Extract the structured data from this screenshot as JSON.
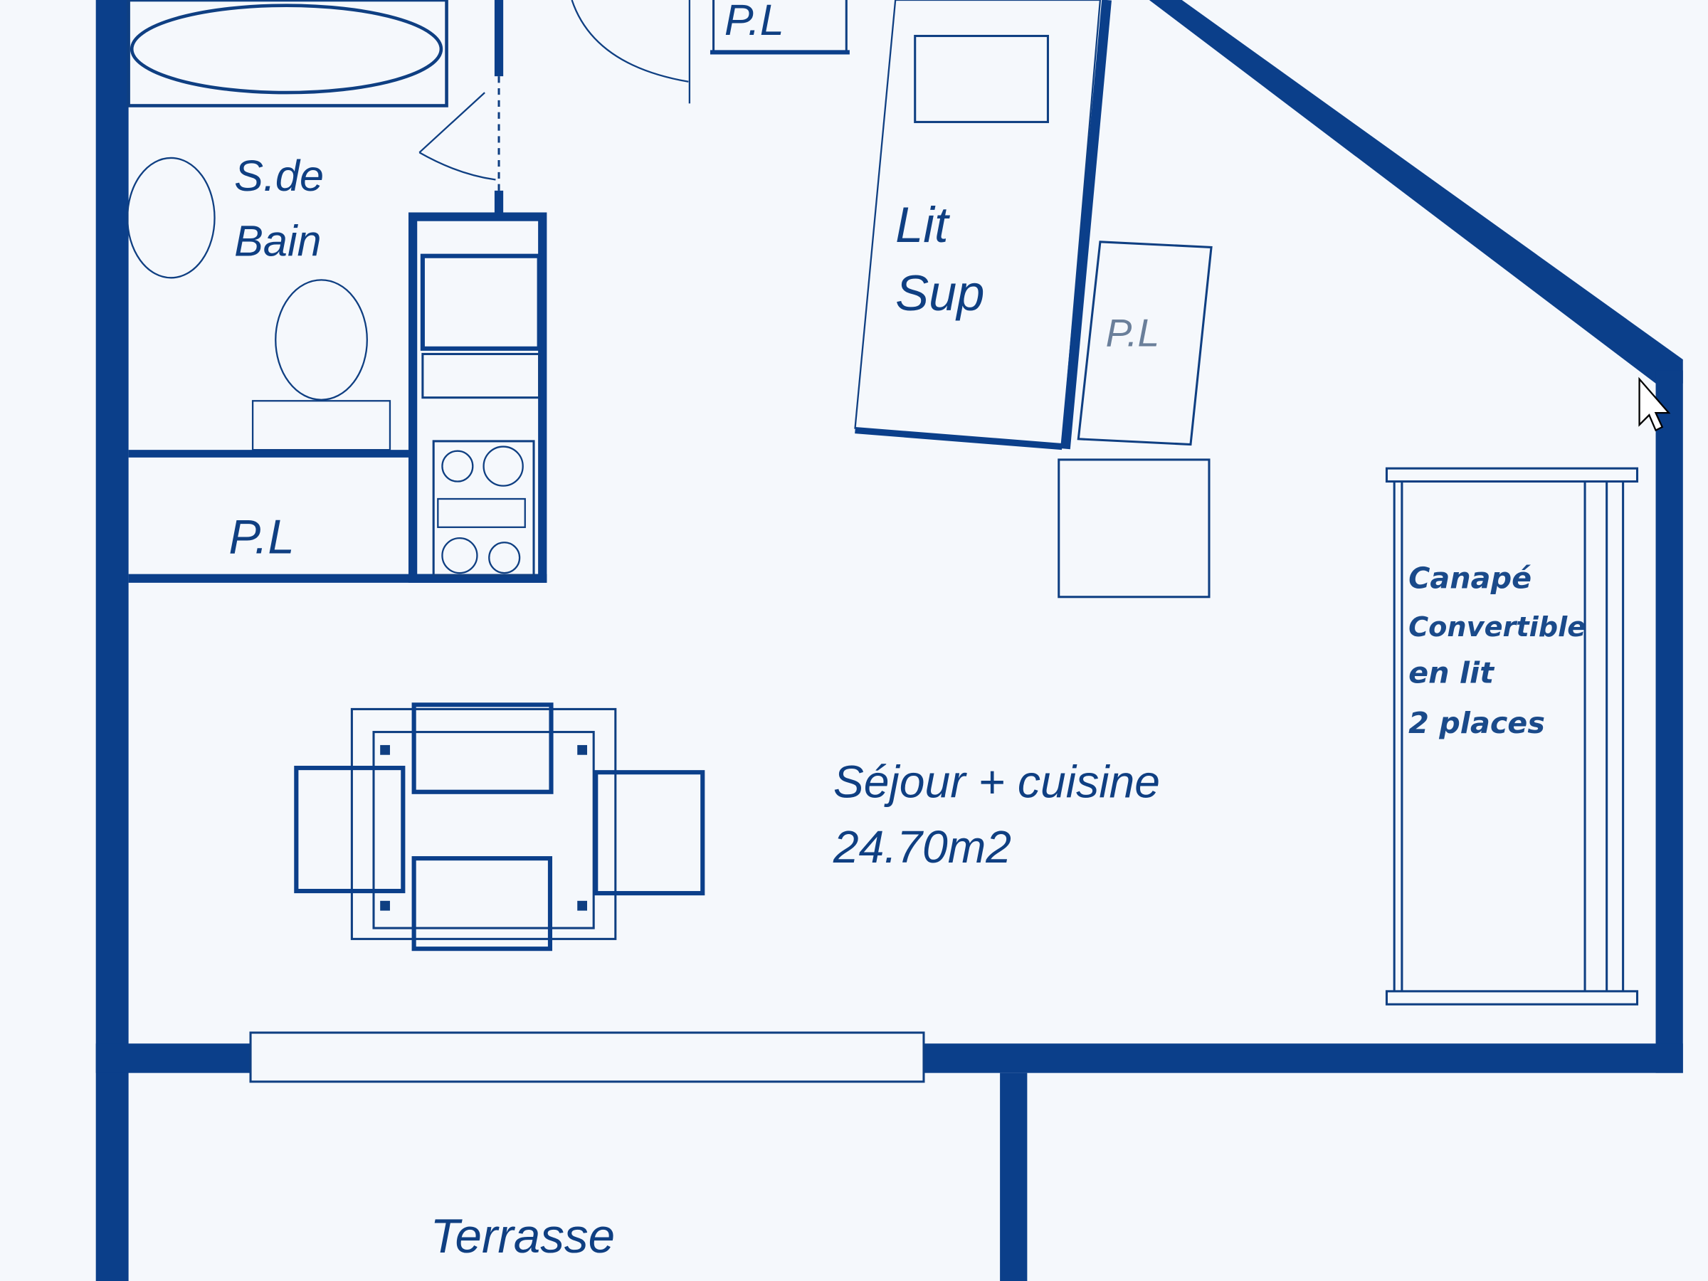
{
  "colors": {
    "wall": "#0b3f8a",
    "background": "#f5f8fc",
    "line": "#0f3f82"
  },
  "rooms": {
    "bathroom": {
      "line1": "S.de",
      "line2": "Bain"
    },
    "closet_left": "P.L",
    "closet_top": "P.L",
    "closet_bed": "P.L",
    "extra_bed": {
      "line1": "Lit",
      "line2": "Sup"
    },
    "living": {
      "name": "Séjour + cuisine",
      "area": "24.70m2"
    },
    "sofa": {
      "line1": "Canapé",
      "line2": "Convertible",
      "line3": "en lit",
      "line4": "2 places"
    },
    "terrace": "Terrasse"
  },
  "icons": {
    "cursor": "mouse-pointer-icon"
  }
}
